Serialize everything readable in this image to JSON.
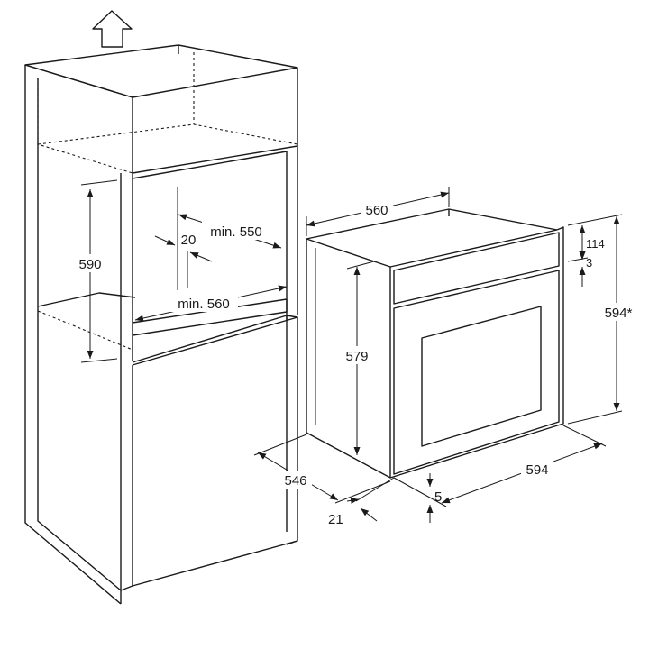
{
  "dimensions": {
    "cabinet": {
      "height_opening": "590",
      "depth_opening": "min. 550",
      "width_opening": "min. 560",
      "rear_gap": "20"
    },
    "oven": {
      "depth_top": "560",
      "body_height": "579",
      "front_height": "594*",
      "panel_height": "114",
      "panel_gap": "3",
      "front_width": "594",
      "side_depth": "546",
      "door_offset": "21",
      "bottom_offset": "5"
    }
  },
  "icons": {
    "up_arrow": "arrow-up-outline-icon"
  }
}
